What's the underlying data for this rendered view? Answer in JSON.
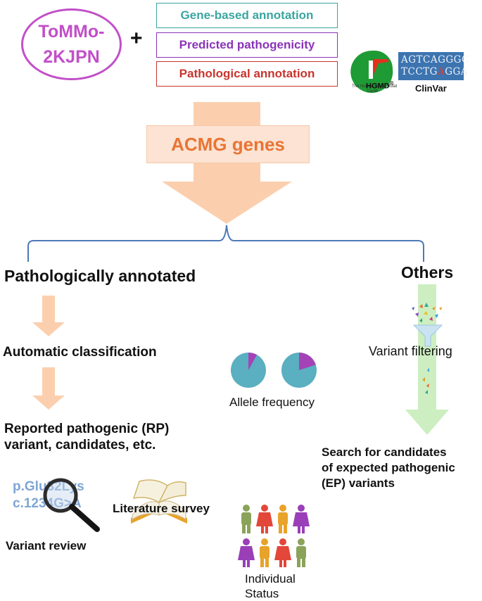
{
  "source": {
    "line1": "ToMMo-",
    "line2": "2KJPN"
  },
  "plus": "+",
  "annotations": [
    {
      "label": "Gene-based annotation",
      "color": "#3aa5a0"
    },
    {
      "label": "Predicted pathogenicity",
      "color": "#8a34b8"
    },
    {
      "label": "Pathological annotation",
      "color": "#c8342c"
    }
  ],
  "databases": {
    "hgmd_label": "HGMD",
    "hgmd_registered": "®",
    "clinvar_seq_line1": "AGTCAGGGC",
    "clinvar_seq_line2_a": "TCCTG",
    "clinvar_seq_line2_b": "A",
    "clinvar_seq_line2_c": "GGA",
    "clinvar_label": "ClinVar"
  },
  "acmg": "ACMG genes",
  "left_branch": {
    "title": "Pathologically annotated",
    "step1": "Automatic classification",
    "step2_line1": "Reported pathogenic (RP)",
    "step2_line2": "variant, candidates, etc."
  },
  "right_branch": {
    "title": "Others",
    "filter_label": "Variant filtering",
    "result_line1": "Search for candidates",
    "result_line2": "of expected pathogenic",
    "result_line3": "(EP) variants"
  },
  "allele": {
    "label": "Allele frequency",
    "pies": [
      {
        "slice_fraction": 0.08
      },
      {
        "slice_fraction": 0.2
      }
    ],
    "colors": {
      "main": "#5aafc0",
      "slice": "#a642b8"
    }
  },
  "review": {
    "protein_change": "p.Glu32Lys",
    "cdna_change": "c.1234G>A",
    "label": "Variant review"
  },
  "literature": {
    "label": "Literature survey"
  },
  "individual": {
    "line1": "Individual",
    "line2": "Status"
  },
  "colors": {
    "orange_arrow": "#fbcfae",
    "brace": "#4d7ab8",
    "green_arrow": "#cdeec1",
    "tommo": "#c24fc8",
    "acmg_text": "#e87534"
  }
}
